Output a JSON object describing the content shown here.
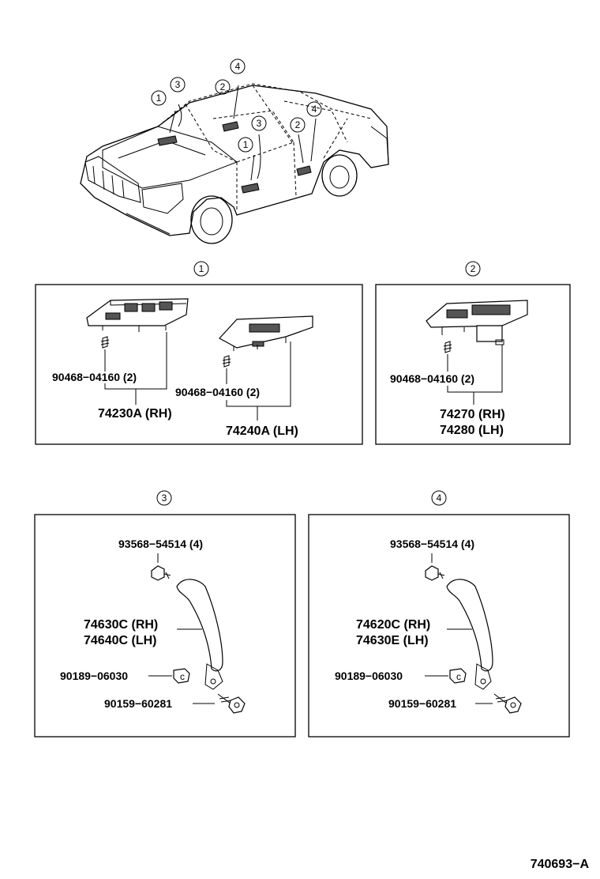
{
  "callouts": {
    "c1": "1",
    "c2": "2",
    "c3": "3",
    "c4": "4"
  },
  "panel1": {
    "screw_a": "90468−04160 (2)",
    "screw_b": "90468−04160 (2)",
    "part_rh": "74230A (RH)",
    "part_lh": "74240A (LH)"
  },
  "panel2": {
    "screw": "90468−04160 (2)",
    "part_rh": "74270 (RH)",
    "part_lh": "74280 (LH)"
  },
  "panel3": {
    "screw_top": "93568−54514 (4)",
    "part_rh": "74630C (RH)",
    "part_lh": "74640C (LH)",
    "clip": "90189−06030",
    "bolt": "90159−60281"
  },
  "panel4": {
    "screw_top": "93568−54514 (4)",
    "part_rh": "74620C (RH)",
    "part_lh": "74630E (LH)",
    "clip": "90189−06030",
    "bolt": "90159−60281"
  },
  "figure_code": "740693−A"
}
